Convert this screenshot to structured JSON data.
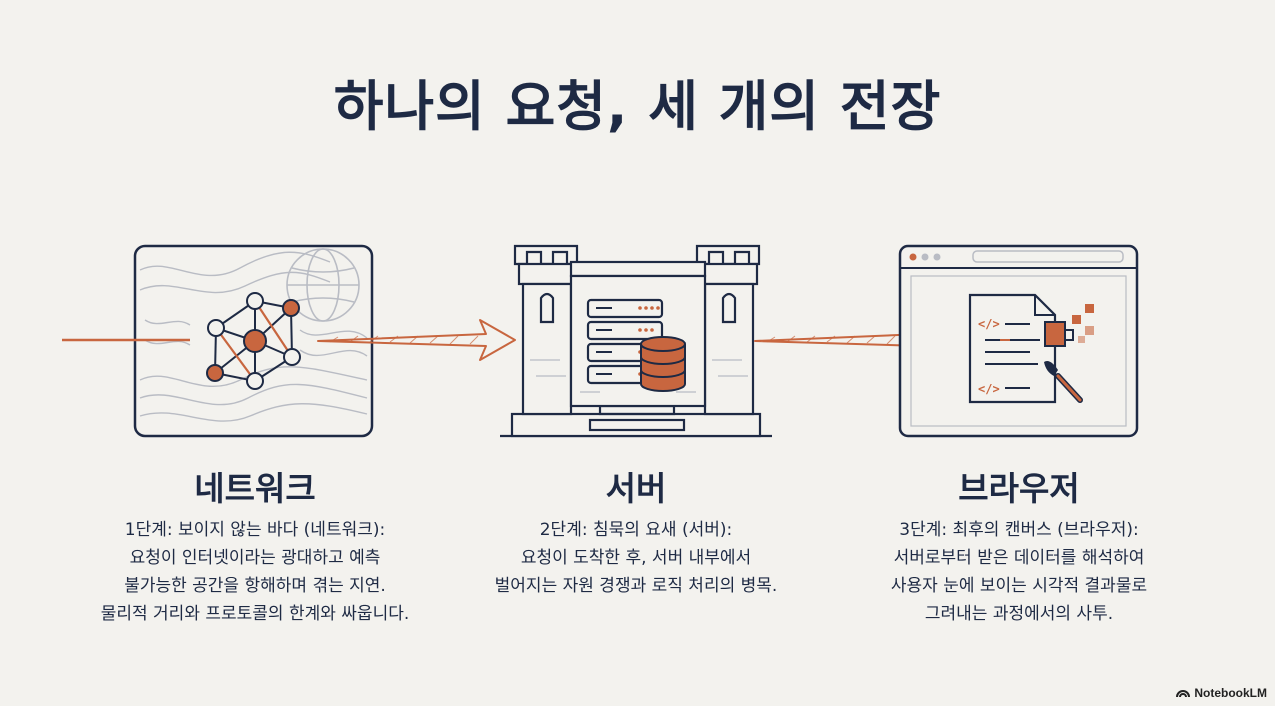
{
  "title": "하나의 요청, 세 개의 전장",
  "colors": {
    "ink": "#1e2a44",
    "accent": "#c8663f",
    "background": "#f3f2ee",
    "texture": "#b9bcc4"
  },
  "stages": [
    {
      "name": "네트워크",
      "description": "1단계: 보이지 않는 바다 (네트워크):\n요청이 인터넷이라는 광대하고 예측\n불가능한 공간을 항해하며 겪는 지연.\n물리적 거리와 프로토콜의 한계와 싸웁니다.",
      "icon": "network-graph-icon"
    },
    {
      "name": "서버",
      "description": "2단계: 침묵의 요새 (서버):\n요청이 도착한 후, 서버 내부에서\n벌어지는 자원 경쟁과 로직 처리의 병목.",
      "icon": "server-fortress-icon"
    },
    {
      "name": "브라우저",
      "description": "3단계: 최후의 캔버스 (브라우저):\n서버로부터 받은 데이터를 해석하여\n사용자 눈에 보이는 시각적 결과물로\n그려내는 과정에서의 사투.",
      "icon": "browser-canvas-icon"
    }
  ],
  "brand": "NotebookLM"
}
